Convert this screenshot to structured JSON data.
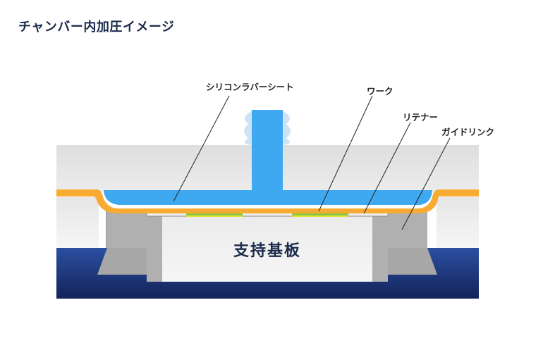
{
  "title": "チャンバー内加圧イメージ",
  "labels": {
    "silicone_sheet": "シリコンラバーシート",
    "work": "ワーク",
    "retainer": "リテナー",
    "guide_ring": "ガイドリンク",
    "support_substrate": "支持基板"
  },
  "colors": {
    "chamber_gray": "#dcdcdc",
    "blue_gas": "#3ea8f0",
    "orange_sheet": "#f7ab33",
    "navy_base": "#1e3a80",
    "work_green": "#8cc63f",
    "guide_gray": "#aeaeae"
  }
}
